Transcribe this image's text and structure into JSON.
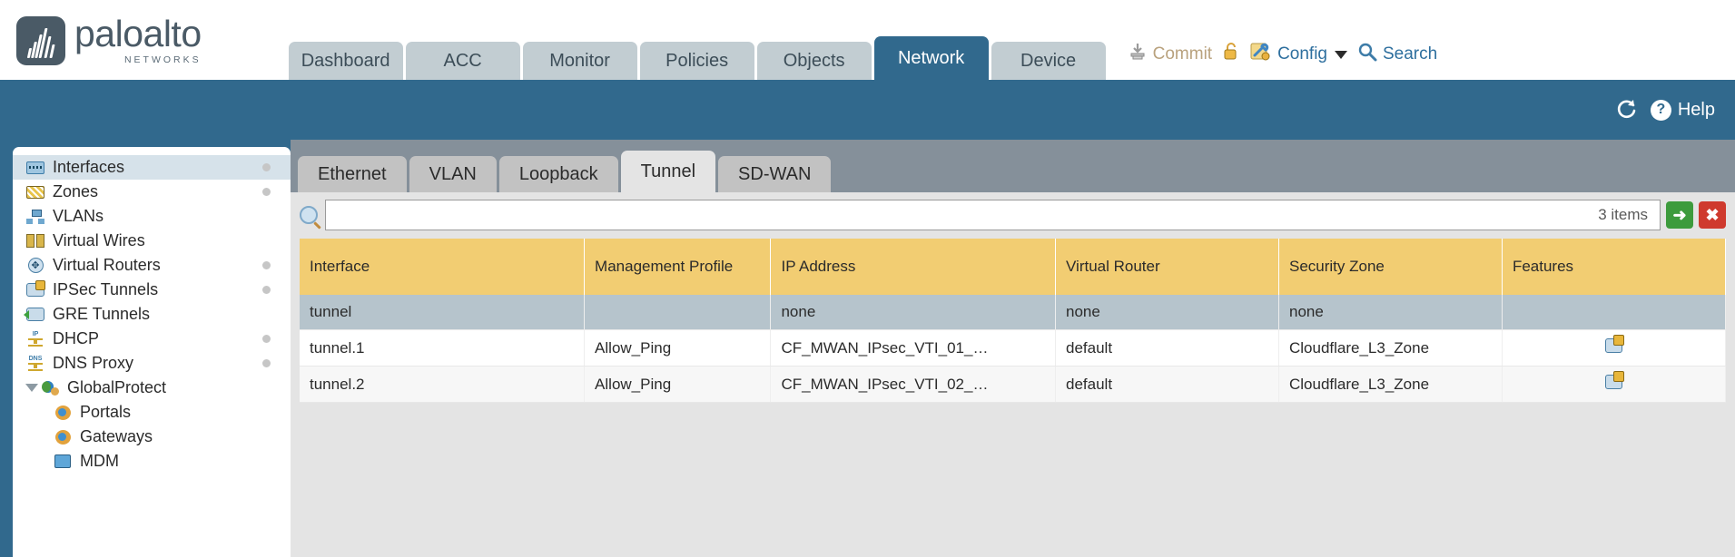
{
  "brand": {
    "name": "paloalto",
    "tagline": "NETWORKS",
    "logo_icon": "paloalto-logo-icon"
  },
  "header": {
    "tabs": [
      {
        "label": "Dashboard",
        "active": false
      },
      {
        "label": "ACC",
        "active": false
      },
      {
        "label": "Monitor",
        "active": false
      },
      {
        "label": "Policies",
        "active": false
      },
      {
        "label": "Objects",
        "active": false
      },
      {
        "label": "Network",
        "active": true
      },
      {
        "label": "Device",
        "active": false
      }
    ],
    "actions": {
      "commit_label": "Commit",
      "commit_icon": "commit-icon",
      "lock_icon": "lock-icon",
      "config_label": "Config",
      "config_icon": "config-wrench-icon",
      "search_label": "Search",
      "search_icon": "search-icon"
    },
    "colors": {
      "accent_blue": "#31698d",
      "commit_text": "#b9a27e",
      "link_blue": "#2e6f9e"
    }
  },
  "band": {
    "refresh_icon": "refresh-icon",
    "help_label": "Help",
    "help_icon": "help-circle-icon"
  },
  "sidebar": {
    "items": [
      {
        "label": "Interfaces",
        "icon": "interfaces-icon",
        "selected": true,
        "dot": true,
        "child": false,
        "expander": false
      },
      {
        "label": "Zones",
        "icon": "zones-icon",
        "selected": false,
        "dot": true,
        "child": false,
        "expander": false
      },
      {
        "label": "VLANs",
        "icon": "vlans-icon",
        "selected": false,
        "dot": false,
        "child": false,
        "expander": false
      },
      {
        "label": "Virtual Wires",
        "icon": "virtual-wires-icon",
        "selected": false,
        "dot": false,
        "child": false,
        "expander": false
      },
      {
        "label": "Virtual Routers",
        "icon": "virtual-routers-icon",
        "selected": false,
        "dot": true,
        "child": false,
        "expander": false
      },
      {
        "label": "IPSec Tunnels",
        "icon": "ipsec-tunnels-icon",
        "selected": false,
        "dot": true,
        "child": false,
        "expander": false
      },
      {
        "label": "GRE Tunnels",
        "icon": "gre-tunnels-icon",
        "selected": false,
        "dot": false,
        "child": false,
        "expander": false
      },
      {
        "label": "DHCP",
        "icon": "dhcp-icon",
        "selected": false,
        "dot": true,
        "child": false,
        "expander": false
      },
      {
        "label": "DNS Proxy",
        "icon": "dns-proxy-icon",
        "selected": false,
        "dot": true,
        "child": false,
        "expander": false
      },
      {
        "label": "GlobalProtect",
        "icon": "globalprotect-icon",
        "selected": false,
        "dot": false,
        "child": false,
        "expander": true
      },
      {
        "label": "Portals",
        "icon": "portals-icon",
        "selected": false,
        "dot": false,
        "child": true,
        "expander": false
      },
      {
        "label": "Gateways",
        "icon": "gateways-icon",
        "selected": false,
        "dot": false,
        "child": true,
        "expander": false
      },
      {
        "label": "MDM",
        "icon": "mdm-icon",
        "selected": false,
        "dot": false,
        "child": true,
        "expander": false
      }
    ]
  },
  "subtabs": [
    {
      "label": "Ethernet",
      "active": false
    },
    {
      "label": "VLAN",
      "active": false
    },
    {
      "label": "Loopback",
      "active": false
    },
    {
      "label": "Tunnel",
      "active": true
    },
    {
      "label": "SD-WAN",
      "active": false
    }
  ],
  "search": {
    "value": "",
    "placeholder": "",
    "icon": "search-magnifier-icon",
    "items_count": "3 items",
    "apply_icon": "apply-filter-icon",
    "apply_label": "➜",
    "clear_icon": "clear-filter-icon",
    "clear_label": "✖"
  },
  "table": {
    "columns": [
      "Interface",
      "Management Profile",
      "IP Address",
      "Virtual Router",
      "Security Zone",
      "Features"
    ],
    "rows": [
      {
        "interface": "tunnel",
        "management_profile": "",
        "ip_address": "none",
        "virtual_router": "none",
        "security_zone": "none",
        "features": "",
        "selected": true
      },
      {
        "interface": "tunnel.1",
        "management_profile": "Allow_Ping",
        "ip_address": "CF_MWAN_IPsec_VTI_01_…",
        "virtual_router": "default",
        "security_zone": "Cloudflare_L3_Zone",
        "features": "ipsec-feature-icon",
        "selected": false
      },
      {
        "interface": "tunnel.2",
        "management_profile": "Allow_Ping",
        "ip_address": "CF_MWAN_IPsec_VTI_02_…",
        "virtual_router": "default",
        "security_zone": "Cloudflare_L3_Zone",
        "features": "ipsec-feature-icon",
        "selected": false
      }
    ],
    "header_color": "#f2cd72",
    "selected_row_color": "#b6c4cc"
  }
}
